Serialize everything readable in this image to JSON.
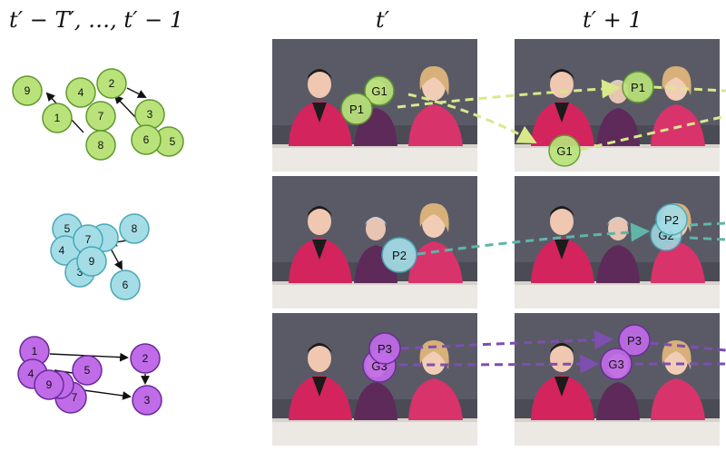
{
  "headers": {
    "history": "t′ − T′, …, t′ − 1",
    "current": "t′",
    "next": "t′ + 1"
  },
  "clusters": [
    {
      "id": "green",
      "fill": "#b9e27a",
      "stroke": "#5f9a2c",
      "nodes": [
        "9",
        "1",
        "4",
        "2",
        "7",
        "3",
        "8",
        "6",
        "5"
      ]
    },
    {
      "id": "cyan",
      "fill": "#a4dde6",
      "stroke": "#4aa8b8",
      "nodes": [
        "5",
        "4",
        "7",
        "9",
        "3",
        "8",
        "6"
      ]
    },
    {
      "id": "purple",
      "fill": "#c06be8",
      "stroke": "#6a2a9a",
      "nodes": [
        "1",
        "4",
        "9",
        "5",
        "7",
        "2",
        "3"
      ]
    }
  ],
  "rows": [
    {
      "id": "row1",
      "color": "#b9e27a",
      "stroke": "#5f9a2c",
      "line": "#d9e88a",
      "frame_t": [
        "G1",
        "P1"
      ],
      "frame_t1": [
        "P1",
        "G1"
      ]
    },
    {
      "id": "row2",
      "color": "#a4dde6",
      "stroke": "#4aa8b8",
      "line": "#5fb5a8",
      "frame_t": [
        "P2"
      ],
      "frame_t1": [
        "P2",
        "G2"
      ]
    },
    {
      "id": "row3",
      "color": "#c06be8",
      "stroke": "#6a2a9a",
      "line": "#7d4fb0",
      "frame_t": [
        "P3",
        "G3"
      ],
      "frame_t1": [
        "P3",
        "G3"
      ]
    }
  ]
}
